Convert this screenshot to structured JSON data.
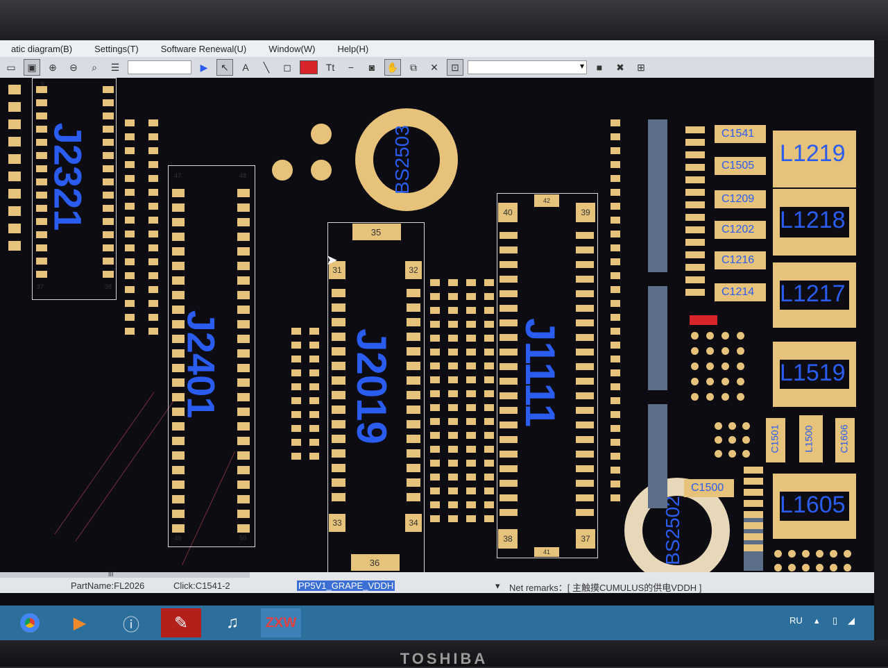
{
  "menu": [
    "atic diagram(B)",
    "Settings(T)",
    "Software Renewal(U)",
    "Window(W)",
    "Help(H)"
  ],
  "toolbar_icons": [
    "select-icon",
    "zoom-in-icon",
    "zoom-out-icon",
    "layers-icon",
    "find-icon",
    "list-icon",
    "play-icon",
    "pointer-icon",
    "text-icon",
    "line-icon",
    "box-icon",
    "color-icon",
    "font-icon",
    "minus-icon",
    "camera-icon",
    "hand-icon",
    "mirror-icon",
    "pin-icon",
    "fit-icon",
    "save-icon",
    "close-icon",
    "grid-icon"
  ],
  "board": {
    "connectors": {
      "j2321": "J2321",
      "j2401": "J2401",
      "j2019": "J2019",
      "j1111": "J1111"
    },
    "mounting": {
      "bs2503": "BS2503",
      "bs2502": "BS2502"
    },
    "inductors": {
      "l1219": "L1219",
      "l1218": "L1218",
      "l1217": "L1217",
      "l1519": "L1519",
      "l1605": "L1605"
    },
    "caps": {
      "c1541": "C1541",
      "c1505": "C1505",
      "c1209": "C1209",
      "c1202": "C1202",
      "c1216": "C1216",
      "c1214": "C1214",
      "c1500": "C1500"
    },
    "vertical_parts": {
      "c1501": "C1501",
      "l1500": "L1500",
      "c1606": "C1606"
    },
    "pins": {
      "j2401_top_left": "47",
      "j2401_top_right": "48",
      "j2401_bottom_left": "49",
      "j2401_bottom_right": "50",
      "j2019_top": "35",
      "j2019_left": "31",
      "j2019_right": "32",
      "j2019_bl": "33",
      "j2019_br": "34",
      "j2019_bottom": "36",
      "j1111_tl": "40",
      "j1111_top": "42",
      "j1111_tr": "39",
      "j1111_bl": "38",
      "j1111_bottom": "41",
      "j1111_br": "37",
      "j2321_top": "9",
      "j2321_bl": "37",
      "j2321_br": "38"
    }
  },
  "status": {
    "part_name": "PartName:FL2026",
    "click": "Click:C1541-2",
    "net": "PP5V1_GRAPE_VDDH",
    "remarks": "Net remarks：[ 主触摸CUMULUS的供电VDDH ]",
    "scroll_mark": "III"
  },
  "taskbar": {
    "apps": [
      "chrome-icon",
      "media-player-icon",
      "info-icon",
      "pdf-reader-icon",
      "music-icon",
      "zxw-app-icon"
    ],
    "zxw_label": "ZXW",
    "lang": "RU"
  },
  "monitor_brand": "TOSHIBA",
  "colors": {
    "pad": "#e6c27a",
    "label": "#2a5cf0",
    "board": "#0c0c12",
    "taskbar": "#2d6f9c"
  }
}
